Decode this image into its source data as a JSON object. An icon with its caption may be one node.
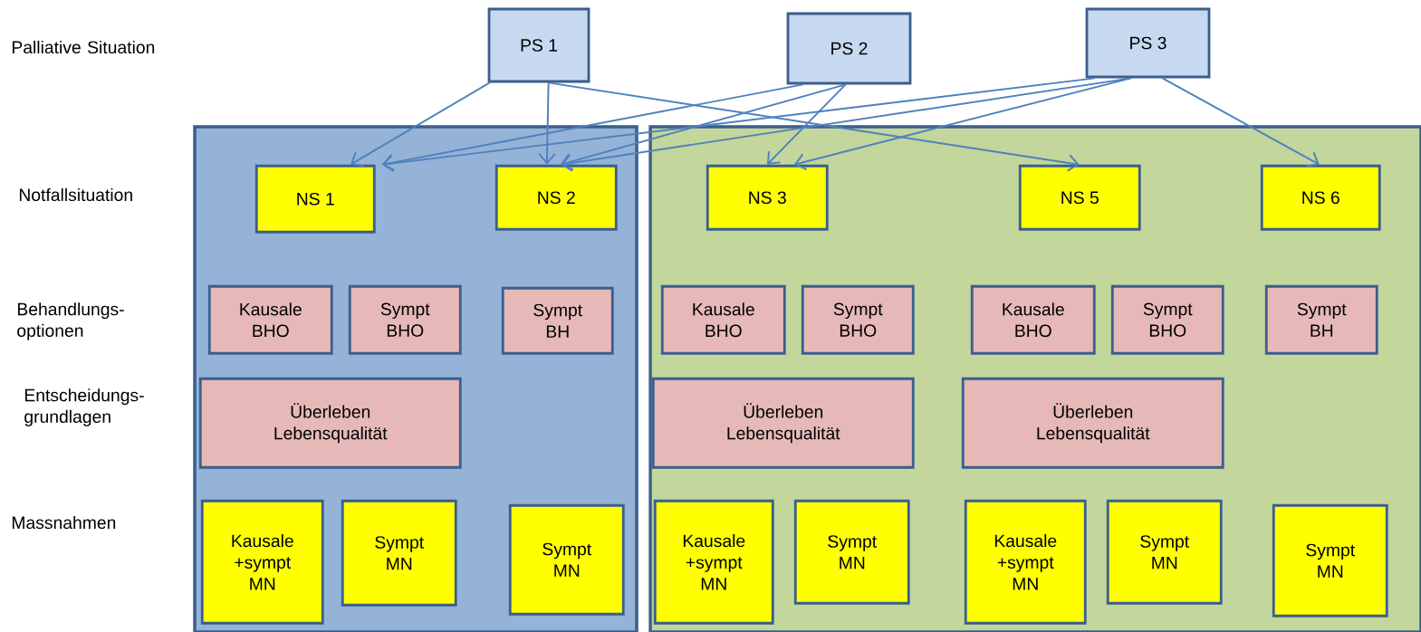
{
  "diagram": {
    "nodes": [
      {
        "text": [
          "PS 1"
        ]
      },
      {
        "text": [
          "PS 2"
        ]
      },
      {
        "text": [
          "PS 3"
        ]
      },
      {
        "text": [],
        "shape": "box"
      },
      {
        "text": [
          "NS 1"
        ],
        "in": 3
      },
      {
        "text": [
          "NS 2"
        ],
        "in": 3
      },
      {
        "text": [
          "Kausale BHO"
        ],
        "in": 3
      },
      {
        "text": [
          "Sympt BHO"
        ],
        "in": 3
      },
      {
        "text": [
          "Sympt BH"
        ],
        "in": 3
      },
      {
        "text": [
          "Überleben Lebensqualität"
        ],
        "in": 3
      },
      {
        "text": [
          "Kausale +sympt MN"
        ],
        "in": 3
      },
      {
        "text": [
          "Sympt MN"
        ],
        "in": 3
      },
      {
        "text": [
          "Sympt MN"
        ],
        "in": 3
      },
      {
        "text": [],
        "shape": "box"
      },
      {
        "text": [
          "NS 3"
        ],
        "in": 13
      },
      {
        "text": [
          "NS 5"
        ],
        "in": 13
      },
      {
        "text": [
          "NS 6"
        ],
        "in": 13
      },
      {
        "text": [
          "Kausale BHO"
        ],
        "in": 13
      },
      {
        "text": [
          "Sympt BHO"
        ],
        "in": 13
      },
      {
        "text": [
          "Kausale BHO"
        ],
        "in": 13
      },
      {
        "text": [
          "Sympt BHO"
        ],
        "in": 13
      },
      {
        "text": [
          "Sympt BH"
        ],
        "in": 13
      },
      {
        "text": [
          "Überleben Lebensqualität"
        ],
        "in": 13
      },
      {
        "text": [
          "Überleben Lebensqualität"
        ],
        "in": 13
      },
      {
        "text": [
          "Kausale +sympt MN"
        ],
        "in": 13
      },
      {
        "text": [
          "Sympt MN"
        ],
        "in": 13
      },
      {
        "text": [
          "Kausale +sympt MN"
        ],
        "in": 13
      },
      {
        "text": [
          "Sympt MN"
        ],
        "in": 13
      },
      {
        "text": [
          "Sympt MN"
        ],
        "in": 13
      }
    ],
    "edges": [
      {
        "from": 0,
        "to": 4,
        "arrow": "to"
      },
      {
        "from": 0,
        "to": 5,
        "arrow": "to"
      },
      {
        "from": 0,
        "to": 15,
        "arrow": "to"
      },
      {
        "from": 1,
        "to": 4,
        "arrow": "to"
      },
      {
        "from": 1,
        "to": 5,
        "arrow": "to"
      },
      {
        "from": 1,
        "to": 14,
        "arrow": "to"
      },
      {
        "from": 2,
        "to": 4,
        "arrow": "to"
      },
      {
        "from": 2,
        "to": 5,
        "arrow": "to"
      },
      {
        "from": 2,
        "to": 14,
        "arrow": "to"
      },
      {
        "from": 2,
        "to": 16,
        "arrow": "to"
      }
    ],
    "labels": [
      "Palliative Situation",
      "Notfallsituation",
      "Behandlungs- optionen",
      "Entscheidungs- grundlagen",
      "Massnahmen"
    ]
  }
}
